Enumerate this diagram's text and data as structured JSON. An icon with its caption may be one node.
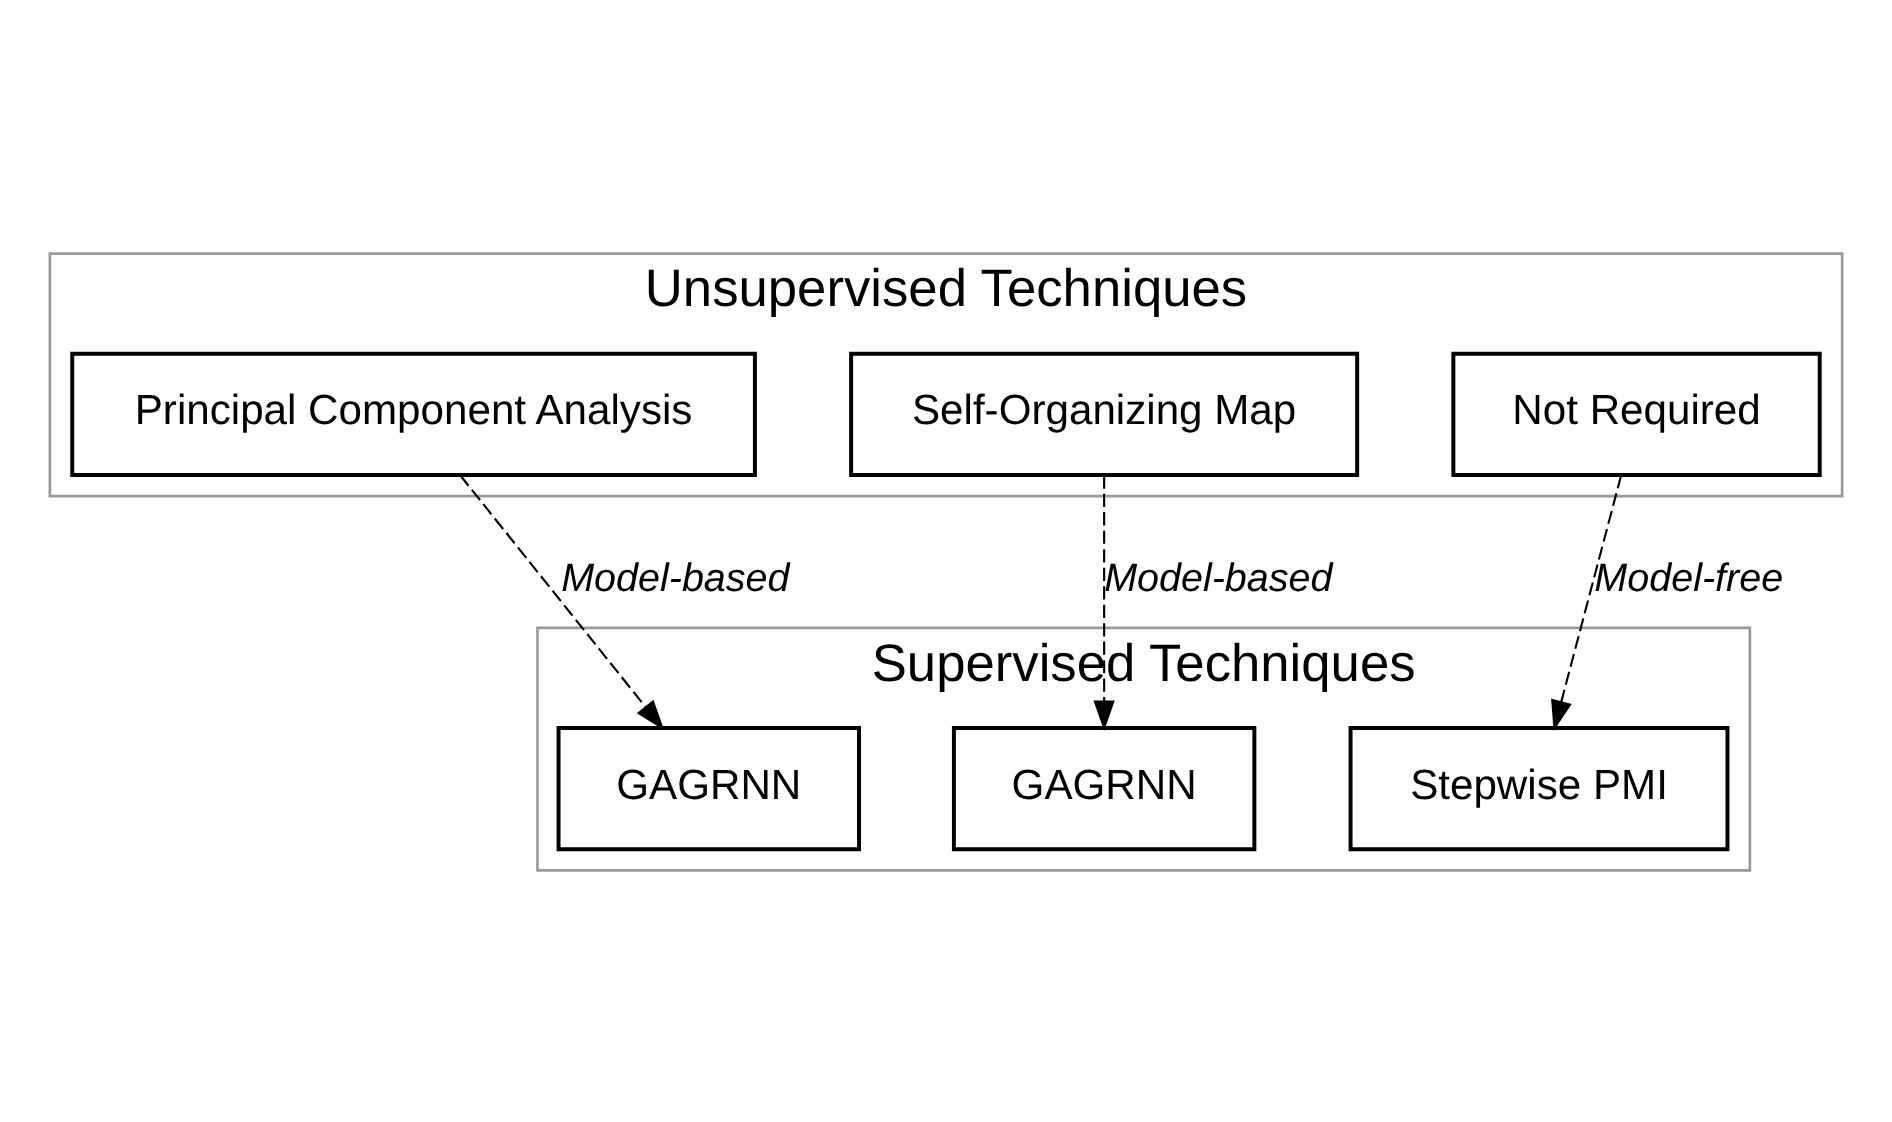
{
  "diagram": {
    "nodes": [
      {
        "text": [
          "Unsupervised Techniques"
        ]
      },
      {
        "text": [
          "Principal Component Analysis"
        ],
        "in": 0
      },
      {
        "text": [
          "Self-Organizing Map"
        ],
        "in": 0
      },
      {
        "text": [
          "Not Required"
        ],
        "in": 0
      },
      {
        "text": [
          "Supervised Techniques"
        ]
      },
      {
        "text": [
          "GAGRNN"
        ],
        "in": 4
      },
      {
        "text": [
          "GAGRNN"
        ],
        "in": 4
      },
      {
        "text": [
          "Stepwise PMI"
        ],
        "in": 4
      }
    ],
    "edges": [
      {
        "from": 1,
        "to": 5,
        "arrow": "to",
        "label": "Model-based",
        "style": "dashed"
      },
      {
        "from": 2,
        "to": 6,
        "arrow": "to",
        "label": "Model-based",
        "style": "dashed"
      },
      {
        "from": 3,
        "to": 7,
        "arrow": "to",
        "label": "Model-free",
        "style": "dashed"
      }
    ]
  }
}
